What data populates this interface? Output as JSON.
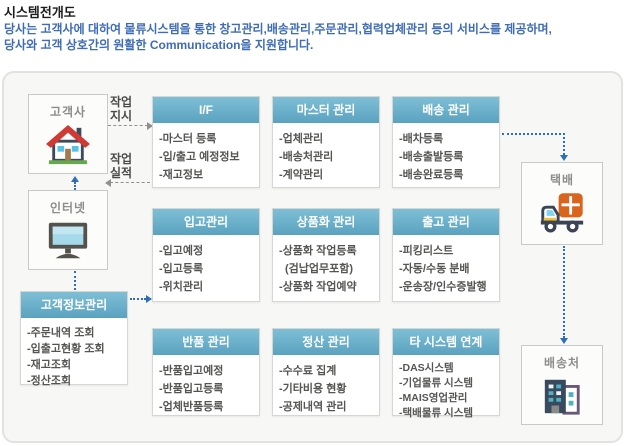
{
  "page": {
    "title": "시스템전개도",
    "subtitle_line1": "당사는 고객사에 대하여 물류시스템을 통한 창고관리,배송관리,주문관리,협력업체관리 등의 서비스를 제공하며,",
    "subtitle_line2": "당사와 고객 상호간의 원활한 Communication을 지원합니다."
  },
  "colors": {
    "subtitle_blue": "#3e6cb5",
    "module_header_top": "#7ebfd6",
    "module_header_bottom": "#5ba2bf",
    "connector_blue": "#2e6db8",
    "connector_gray": "#8f8f8d"
  },
  "left_nodes": {
    "customer": {
      "label": "고객사",
      "icon": "house-icon"
    },
    "internet": {
      "label": "인터넷",
      "icon": "monitor-icon"
    }
  },
  "right_nodes": {
    "parcel": {
      "label": "택배",
      "icon": "truck-icon"
    },
    "destination": {
      "label": "배송처",
      "icon": "buildings-icon"
    }
  },
  "flow_labels": {
    "order_line1": "작업",
    "order_line2": "지시",
    "result_line1": "작업",
    "result_line2": "실적"
  },
  "customer_info": {
    "title": "고객정보관리",
    "items": [
      "-주문내역 조회",
      "-입출고현황 조회",
      "-재고조회",
      "-정산조회"
    ]
  },
  "modules": [
    {
      "title": "I/F",
      "items": [
        "-마스터 등록",
        "-입/출고 예정정보",
        "-재고정보"
      ]
    },
    {
      "title": "마스터 관리",
      "items": [
        "-업체관리",
        "-배송처관리",
        "-계약관리"
      ]
    },
    {
      "title": "배송 관리",
      "items": [
        "-배차등록",
        "-배송출발등록",
        "-배송완료등록"
      ]
    },
    {
      "title": "입고관리",
      "items": [
        "-입고예정",
        "-입고등록",
        "-위치관리"
      ]
    },
    {
      "title": "상품화 관리",
      "items": [
        "-상품화 작업등록",
        "(검납업무포함)",
        "-상품화 작업예약"
      ]
    },
    {
      "title": "출고 관리",
      "items": [
        "-피킹리스트",
        "-자동/수동 분배",
        "-운송장/인수증발행"
      ]
    },
    {
      "title": "반품 관리",
      "items": [
        "-반품입고예정",
        "-반품입고등록",
        "-업체반품등록"
      ]
    },
    {
      "title": "정산 관리",
      "items": [
        "-수수료 집계",
        "-기타비용 현황",
        "-공제내역 관리"
      ]
    },
    {
      "title": "타 시스템 연계",
      "items": [
        "-DAS시스템",
        "-기업물류 시스템",
        "-MAIS영업관리",
        "-택배물류 시스템"
      ]
    }
  ]
}
